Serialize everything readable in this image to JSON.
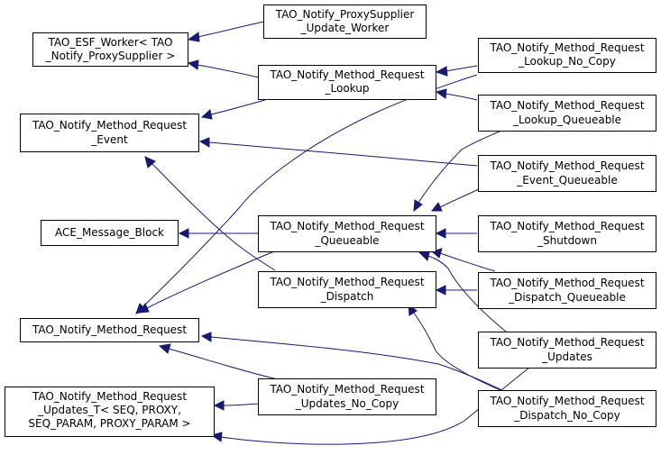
{
  "nodes": {
    "esf_worker": [
      "TAO_ESF_Worker< TAO",
      "_Notify_ProxySupplier >"
    ],
    "proxy_supplier_update_worker": [
      "TAO_Notify_ProxySupplier",
      "_Update_Worker"
    ],
    "method_request_event": [
      "TAO_Notify_Method_Request",
      "_Event"
    ],
    "method_request_lookup": [
      "TAO_Notify_Method_Request",
      "_Lookup"
    ],
    "method_request_lookup_no_copy": [
      "TAO_Notify_Method_Request",
      "_Lookup_No_Copy"
    ],
    "method_request_lookup_queueable": [
      "TAO_Notify_Method_Request",
      "_Lookup_Queueable"
    ],
    "method_request_event_queueable": [
      "TAO_Notify_Method_Request",
      "_Event_Queueable"
    ],
    "ace_message_block": [
      "ACE_Message_Block"
    ],
    "method_request_queueable": [
      "TAO_Notify_Method_Request",
      "_Queueable"
    ],
    "method_request_shutdown": [
      "TAO_Notify_Method_Request",
      "_Shutdown"
    ],
    "method_request_dispatch": [
      "TAO_Notify_Method_Request",
      "_Dispatch"
    ],
    "method_request_dispatch_queueable": [
      "TAO_Notify_Method_Request",
      "_Dispatch_Queueable"
    ],
    "method_request": [
      "TAO_Notify_Method_Request"
    ],
    "method_request_updates": [
      "TAO_Notify_Method_Request",
      "_Updates"
    ],
    "method_request_updates_no_copy": [
      "TAO_Notify_Method_Request",
      "_Updates_No_Copy"
    ],
    "method_request_updates_t": [
      "TAO_Notify_Method_Request",
      "_Updates_T< SEQ, PROXY,",
      " SEQ_PARAM, PROXY_PARAM >"
    ],
    "method_request_dispatch_no_copy": [
      "TAO_Notify_Method_Request",
      "_Dispatch_No_Copy"
    ]
  },
  "edges": [
    [
      "proxy_supplier_update_worker",
      "esf_worker"
    ],
    [
      "method_request_lookup",
      "esf_worker"
    ],
    [
      "method_request_lookup",
      "method_request_event"
    ],
    [
      "method_request_lookup_no_copy",
      "method_request_lookup"
    ],
    [
      "method_request_lookup_queueable",
      "method_request_lookup"
    ],
    [
      "method_request_event_queueable",
      "method_request_event"
    ],
    [
      "method_request_dispatch",
      "method_request_event"
    ],
    [
      "method_request_queueable",
      "ace_message_block"
    ],
    [
      "method_request_lookup_queueable",
      "method_request_queueable"
    ],
    [
      "method_request_event_queueable",
      "method_request_queueable"
    ],
    [
      "method_request_shutdown",
      "method_request_queueable"
    ],
    [
      "method_request_dispatch_queueable",
      "method_request_queueable"
    ],
    [
      "method_request_updates",
      "method_request_queueable"
    ],
    [
      "method_request_dispatch_queueable",
      "method_request_dispatch"
    ],
    [
      "method_request_dispatch_no_copy",
      "method_request_dispatch"
    ],
    [
      "method_request_queueable",
      "method_request"
    ],
    [
      "method_request_lookup_no_copy",
      "method_request"
    ],
    [
      "method_request_updates_no_copy",
      "method_request"
    ],
    [
      "method_request_dispatch_no_copy",
      "method_request"
    ],
    [
      "method_request_updates_no_copy",
      "method_request_updates_t"
    ],
    [
      "method_request_updates",
      "method_request_updates_t"
    ]
  ],
  "colors": {
    "edge": "#191970",
    "node_border": "#000000",
    "node_fill": "#ffffff"
  }
}
